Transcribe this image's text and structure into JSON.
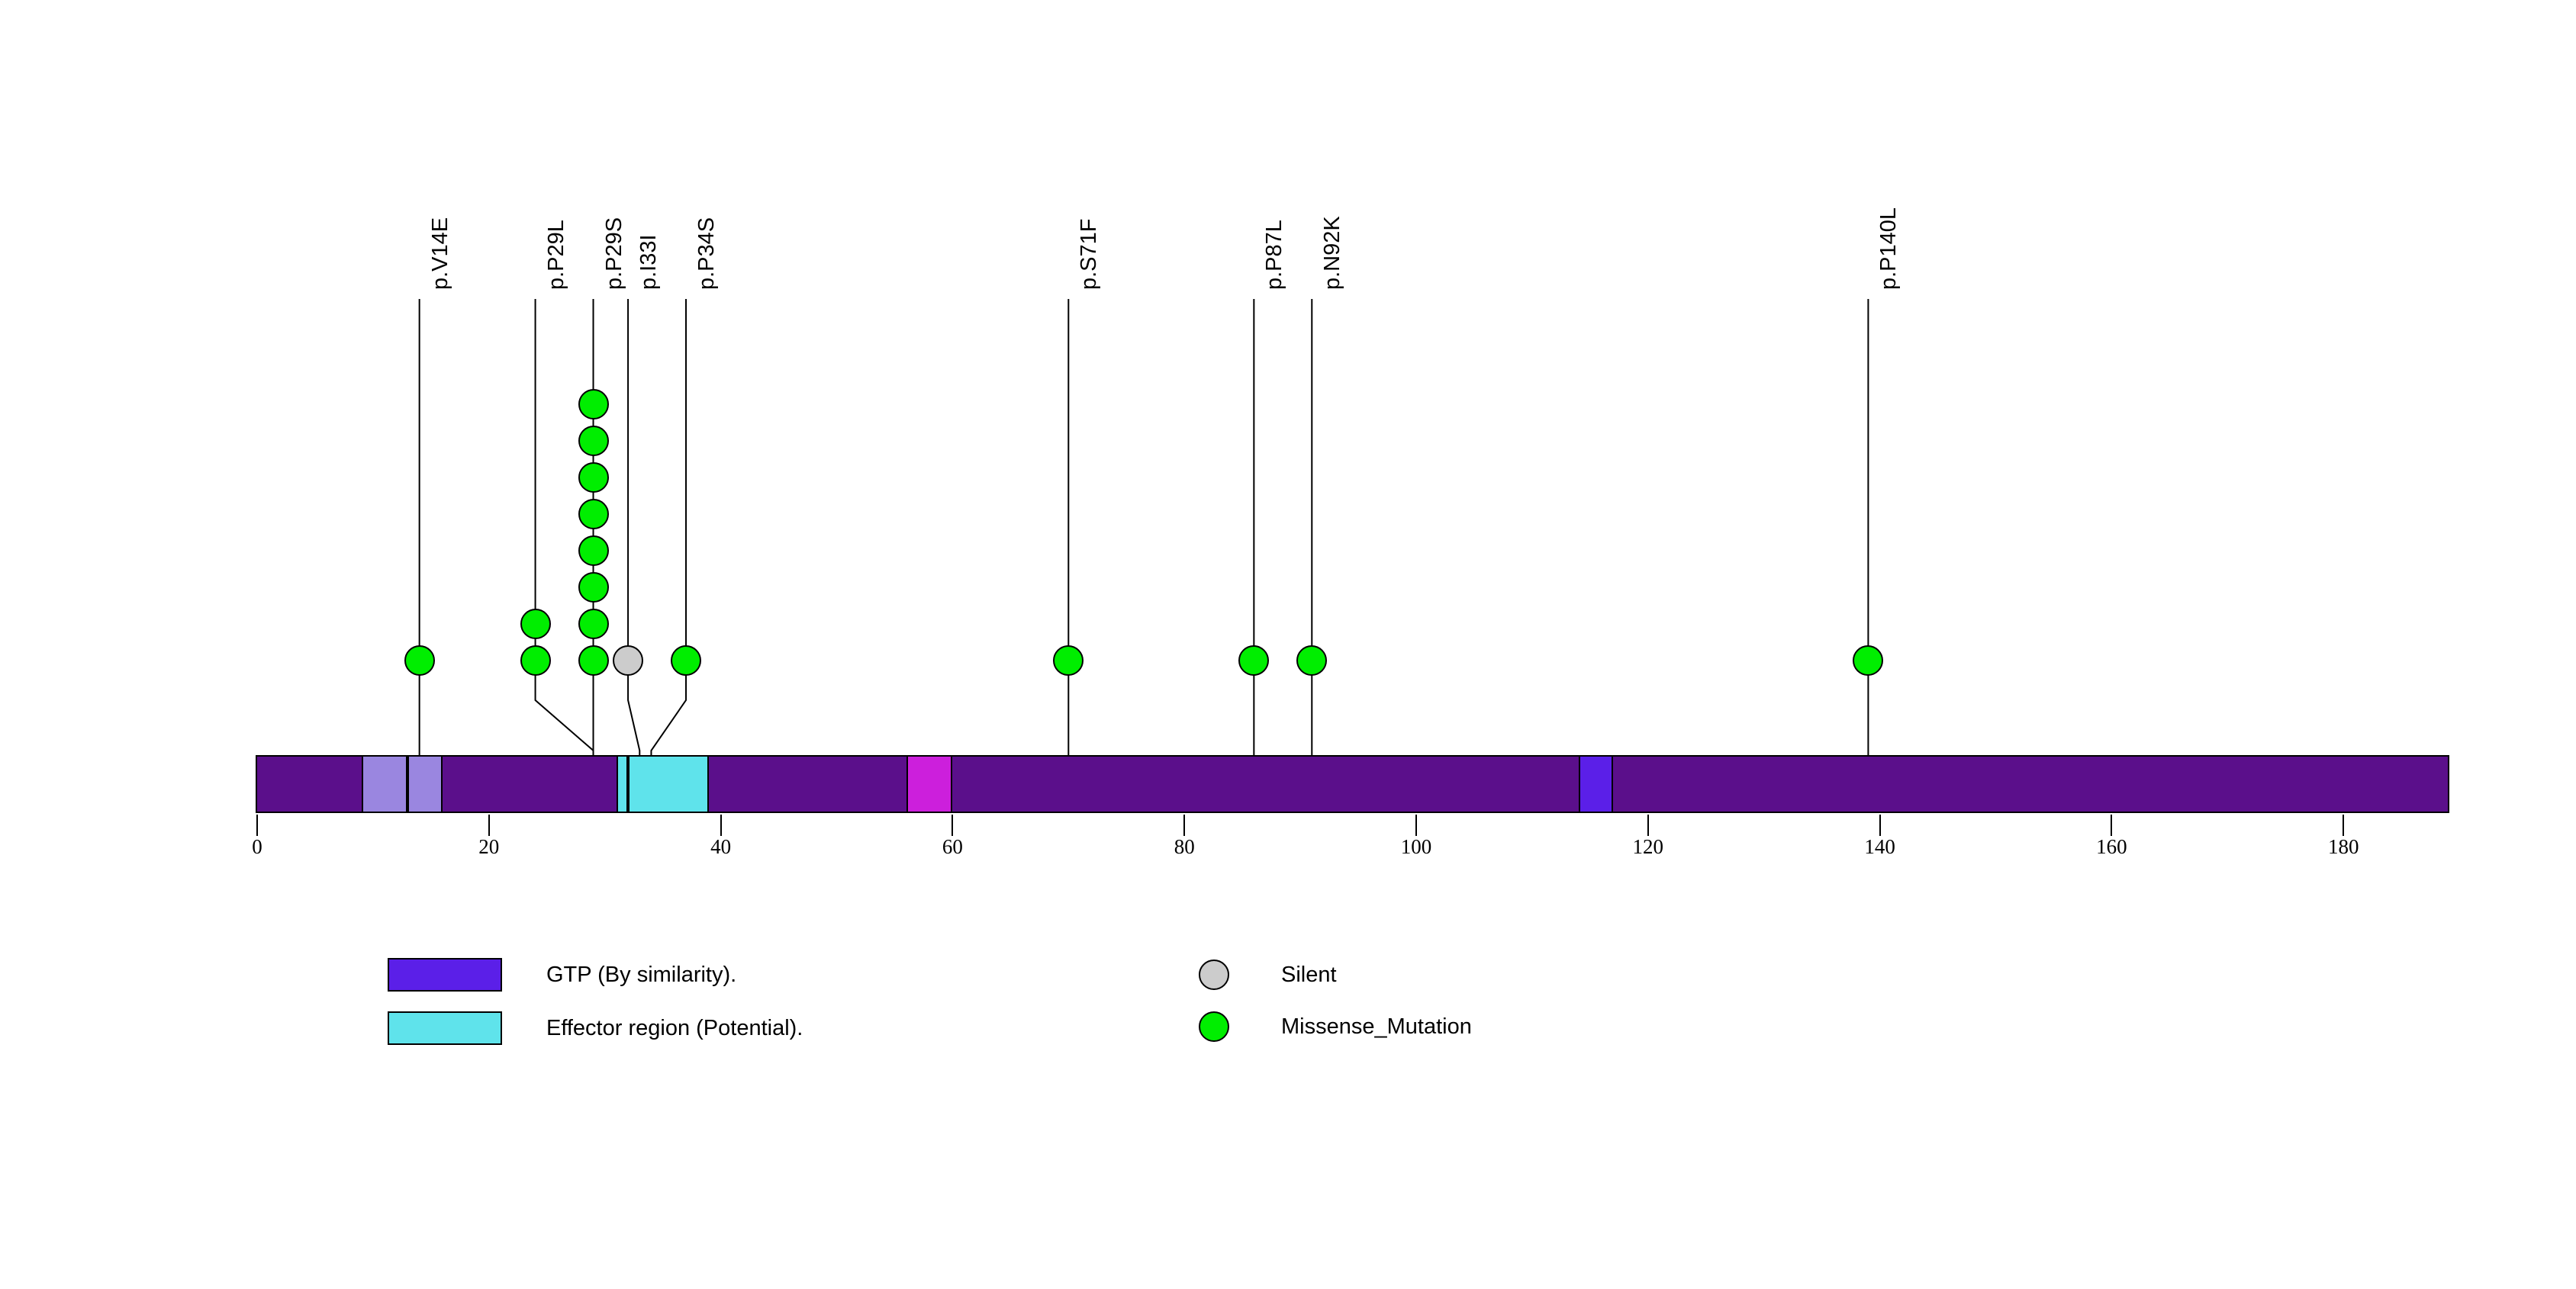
{
  "chart_data": {
    "type": "lollipop",
    "title": "",
    "xlabel": "",
    "ylabel": "",
    "xlim": [
      0,
      189
    ],
    "protein_length": 189,
    "axis_ticks": [
      0,
      20,
      40,
      60,
      80,
      100,
      120,
      140,
      160,
      180
    ],
    "axis_tick_labels": [
      "0",
      "20",
      "40",
      "60",
      "80",
      "100",
      "120",
      "140",
      "160",
      "180"
    ],
    "grid": false,
    "legend_position": "bottom-left",
    "backbone_color": "#5B0F8B",
    "domains": [
      {
        "name": "GTP (By similarity).",
        "start": 9,
        "end": 13,
        "color": "#9A86E0"
      },
      {
        "name": "GTP (By similarity).",
        "start": 13,
        "end": 16,
        "color": "#9A86E0"
      },
      {
        "name": "Effector region (Potential).",
        "start": 31,
        "end": 32,
        "color": "#5FE3EB"
      },
      {
        "name": "Effector region (Potential).",
        "start": 32,
        "end": 39,
        "color": "#5FE3EB"
      },
      {
        "name": "GTP (By similarity).",
        "start": 56,
        "end": 60,
        "color": "#CC1FDC"
      },
      {
        "name": "GTP (By similarity).",
        "start": 114,
        "end": 117,
        "color": "#5B1FE8"
      }
    ],
    "mutations": [
      {
        "label": "p.V14E",
        "position": 14,
        "count": 1,
        "type": "Missense_Mutation",
        "color": "#00EE00"
      },
      {
        "label": "p.P29L",
        "position": 24,
        "stem_position": 24,
        "anchor_position": 29,
        "count": 2,
        "type": "Missense_Mutation",
        "color": "#00EE00"
      },
      {
        "label": "p.P29S",
        "position": 29,
        "stem_position": 29,
        "anchor_position": 29,
        "count": 8,
        "type": "Missense_Mutation",
        "color": "#00EE00"
      },
      {
        "label": "p.I33I",
        "position": 32,
        "stem_position": 32,
        "anchor_position": 33,
        "count": 1,
        "type": "Silent",
        "color": "#CCCCCC"
      },
      {
        "label": "p.P34S",
        "position": 37,
        "stem_position": 37,
        "anchor_position": 34,
        "count": 1,
        "type": "Missense_Mutation",
        "color": "#00EE00"
      },
      {
        "label": "p.S71F",
        "position": 70,
        "count": 1,
        "type": "Missense_Mutation",
        "color": "#00EE00"
      },
      {
        "label": "p.P87L",
        "position": 86,
        "count": 1,
        "type": "Missense_Mutation",
        "color": "#00EE00"
      },
      {
        "label": "p.N92K",
        "position": 91,
        "count": 1,
        "type": "Missense_Mutation",
        "color": "#00EE00"
      },
      {
        "label": "p.P140L",
        "position": 139,
        "count": 1,
        "type": "Missense_Mutation",
        "color": "#00EE00"
      }
    ]
  },
  "legend": {
    "domains": [
      {
        "label": "GTP (By similarity).",
        "color": "#5B1FE8"
      },
      {
        "label": "Effector region (Potential).",
        "color": "#5FE3EB"
      }
    ],
    "mutation_types": [
      {
        "label": "Silent",
        "color": "#CCCCCC"
      },
      {
        "label": "Missense_Mutation",
        "color": "#00EE00"
      }
    ]
  }
}
